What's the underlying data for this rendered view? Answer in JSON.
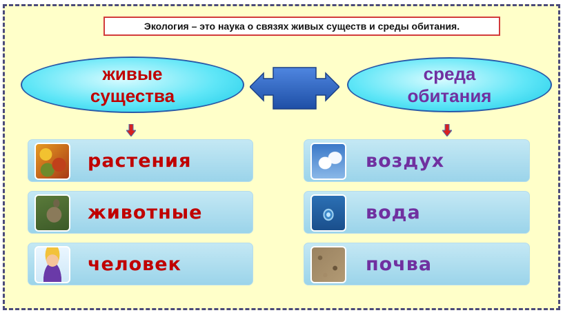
{
  "title": "Экология – это наука  о связях живых существ и среды обитания.",
  "left_oval": {
    "line1": "живые",
    "line2": "существа"
  },
  "right_oval": {
    "line1": "среда",
    "line2": "обитания"
  },
  "left_items": [
    {
      "label": "растения",
      "icon": "autumn-leaves-icon"
    },
    {
      "label": "животные",
      "icon": "rabbit-icon"
    },
    {
      "label": "человек",
      "icon": "child-icon"
    }
  ],
  "right_items": [
    {
      "label": "воздух",
      "icon": "sky-clouds-icon"
    },
    {
      "label": "вода",
      "icon": "water-drop-icon"
    },
    {
      "label": "почва",
      "icon": "soil-icon"
    }
  ],
  "colors": {
    "background": "#ffffc9",
    "left_text": "#c00000",
    "right_text": "#7030a0",
    "arrow": "#2f66c4",
    "down_arrow": "#d82020"
  }
}
